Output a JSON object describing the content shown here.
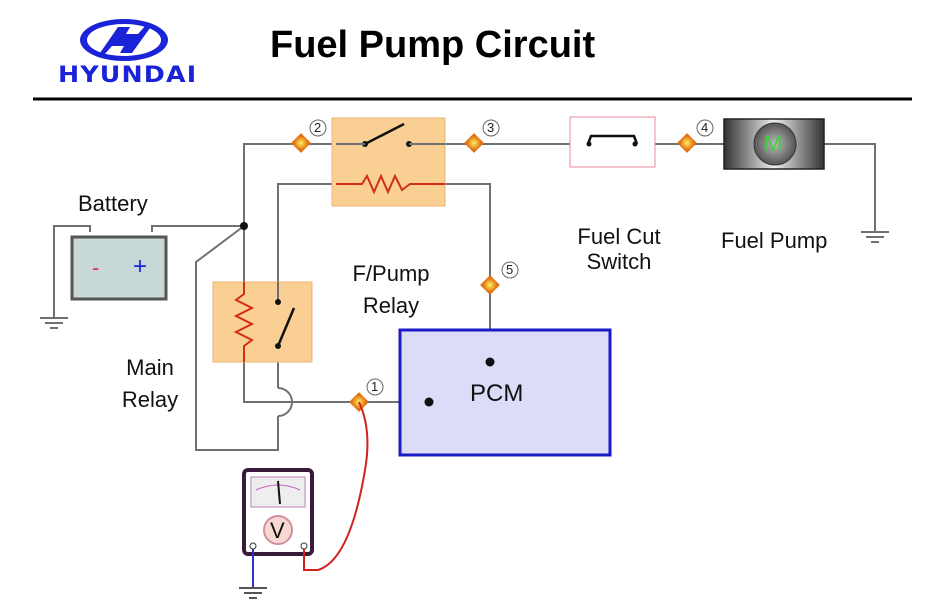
{
  "header": {
    "brand": "HYUNDAI",
    "title": "Fuel Pump Circuit"
  },
  "labels": {
    "battery": "Battery",
    "battery_minus": "-",
    "battery_plus": "+",
    "main_relay_line1": "Main",
    "main_relay_line2": "Relay",
    "fpump_relay_line1": "F/Pump",
    "fpump_relay_line2": "Relay",
    "fuel_cut_line1": "Fuel Cut",
    "fuel_cut_line2": "Switch",
    "fuel_pump": "Fuel Pump",
    "motor": "M",
    "pcm": "PCM",
    "voltmeter": "V"
  },
  "test_points": [
    "1",
    "2",
    "3",
    "4",
    "5"
  ],
  "colors": {
    "brand_blue": "#1a23d8",
    "relay_fill": "#f9cf94",
    "pcm_fill": "#dcdcf8",
    "pcm_border": "#1a1ac8",
    "wire": "#707070",
    "probe_red": "#d02020"
  }
}
